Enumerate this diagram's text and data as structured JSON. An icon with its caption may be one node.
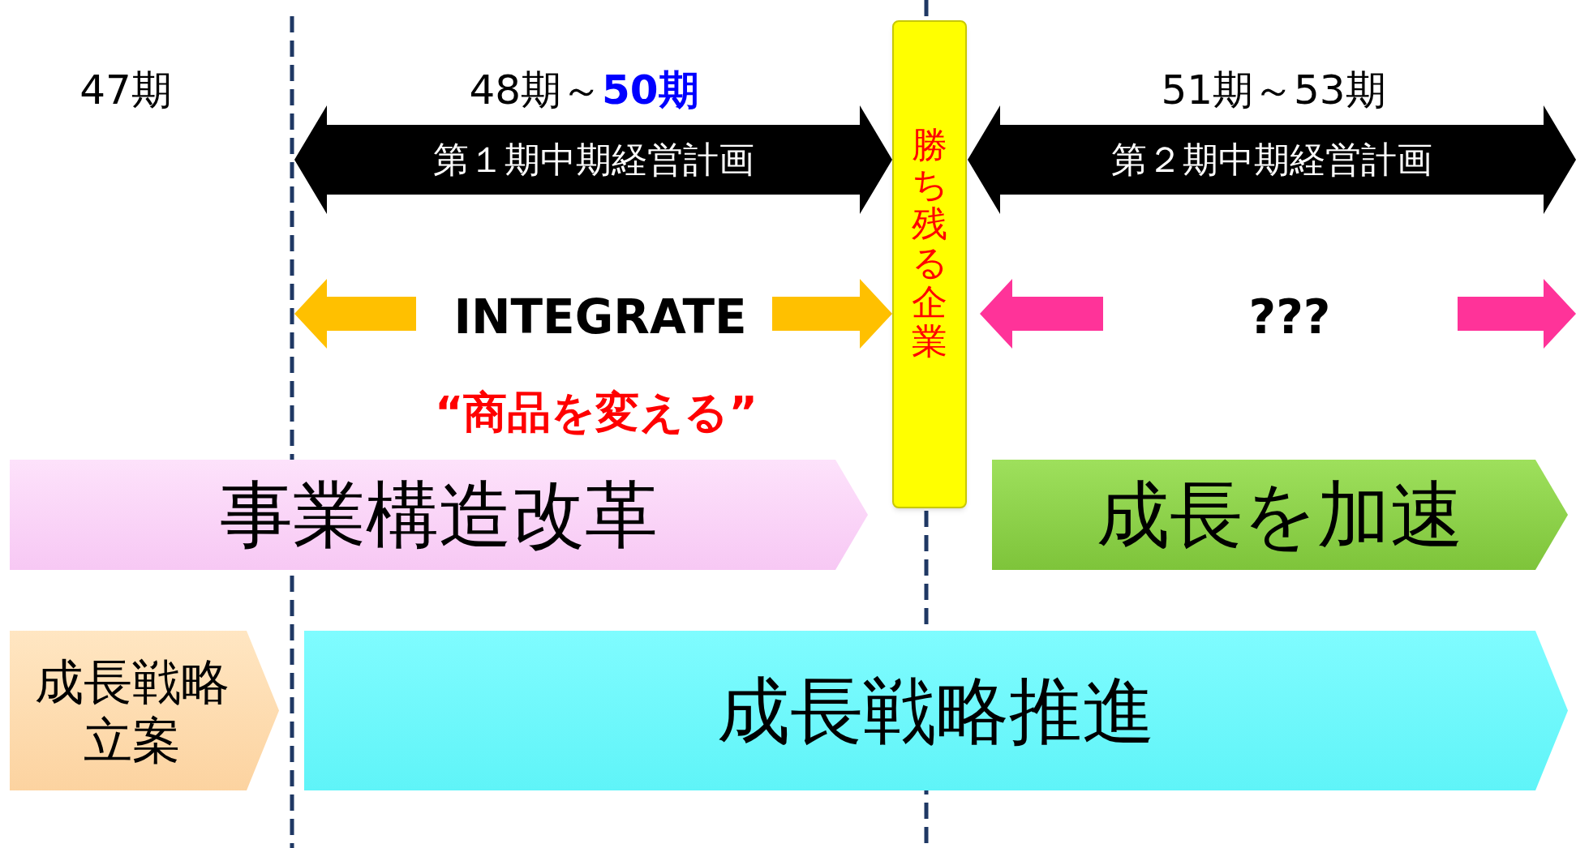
{
  "diagram": {
    "nodes": [
      {
        "text": [
          "第１期中期経営計画"
        ]
      },
      {
        "text": [
          "第２期中期経営計画"
        ]
      },
      {
        "text": [
          "勝ち残る企業"
        ]
      },
      {
        "text": [
          "事業構造改革"
        ]
      },
      {
        "text": [
          "成長を加速"
        ]
      },
      {
        "text": [
          "成長戦略立案"
        ]
      },
      {
        "text": [
          "成長戦略推進"
        ]
      }
    ],
    "labels": [
      "47期",
      "48期～**50期**",
      "51期～53期",
      "INTEGRATE",
      "???",
      "“商品を変える”"
    ]
  }
}
